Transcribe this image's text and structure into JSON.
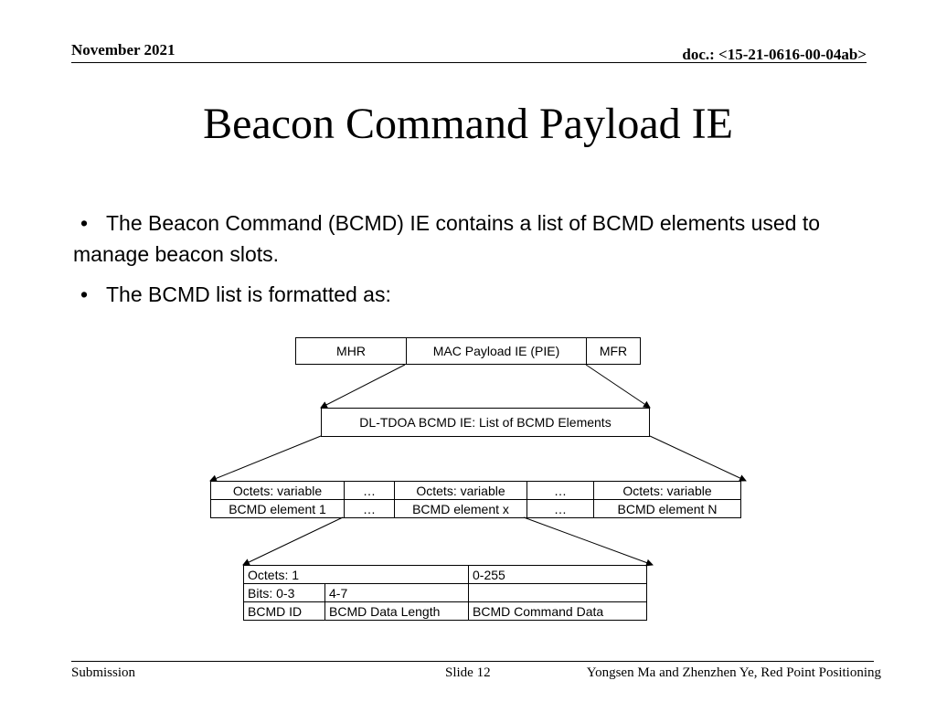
{
  "header": {
    "date": "November 2021",
    "doc": "doc.: <15-21-0616-00-04ab>"
  },
  "title": "Beacon Command Payload IE",
  "bullets": [
    "The Beacon Command (BCMD) IE contains a list of BCMD elements used to manage beacon slots.",
    "The BCMD list is formatted as:"
  ],
  "bullet_glyph": "•",
  "frame": {
    "mhr": "MHR",
    "pie": "MAC Payload IE (PIE)",
    "mfr": "MFR"
  },
  "dl_tdoa": "DL-TDOA BCMD IE: List of BCMD Elements",
  "elements": {
    "octets": [
      "Octets: variable",
      "…",
      "Octets: variable",
      "…",
      "Octets: variable"
    ],
    "names": [
      "BCMD element 1",
      "…",
      "BCMD element x",
      "…",
      "BCMD element N"
    ]
  },
  "bcmd": {
    "row1": [
      "Octets: 1",
      "0-255"
    ],
    "row2": [
      "Bits: 0-3",
      "4-7",
      ""
    ],
    "row3": [
      "BCMD ID",
      "BCMD Data Length",
      "BCMD Command Data"
    ]
  },
  "footer": {
    "submission": "Submission",
    "slide": "Slide 12",
    "authors": "Yongsen Ma and Zhenzhen Ye, Red Point Positioning"
  }
}
